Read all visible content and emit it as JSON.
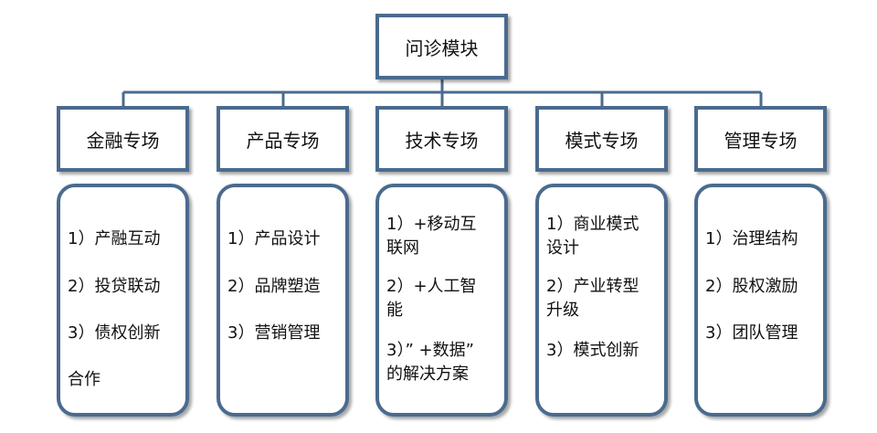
{
  "root": {
    "label": "问诊模块"
  },
  "categories": [
    {
      "title": "金融专场",
      "items": [
        "1）产融互动",
        "2）投贷联动",
        "3）债权创新",
        "合作"
      ]
    },
    {
      "title": "产品专场",
      "items": [
        "1）产品设计",
        "2）品牌塑造",
        "3）营销管理"
      ]
    },
    {
      "title": "技术专场",
      "items": [
        "1）+移动互\n联网",
        "2）+人工智\n能",
        "3）” +数据”\n的解决方案"
      ]
    },
    {
      "title": "模式专场",
      "items": [
        "1）商业模式\n设计",
        "2）产业转型\n升级",
        "3）模式创新"
      ]
    },
    {
      "title": "管理专场",
      "items": [
        "1）治理结构",
        "2）股权激励",
        "3）团队管理"
      ]
    }
  ],
  "colors": {
    "border": "#4a6b8e",
    "connector": "#4a6b8e",
    "background": "#ffffff"
  }
}
